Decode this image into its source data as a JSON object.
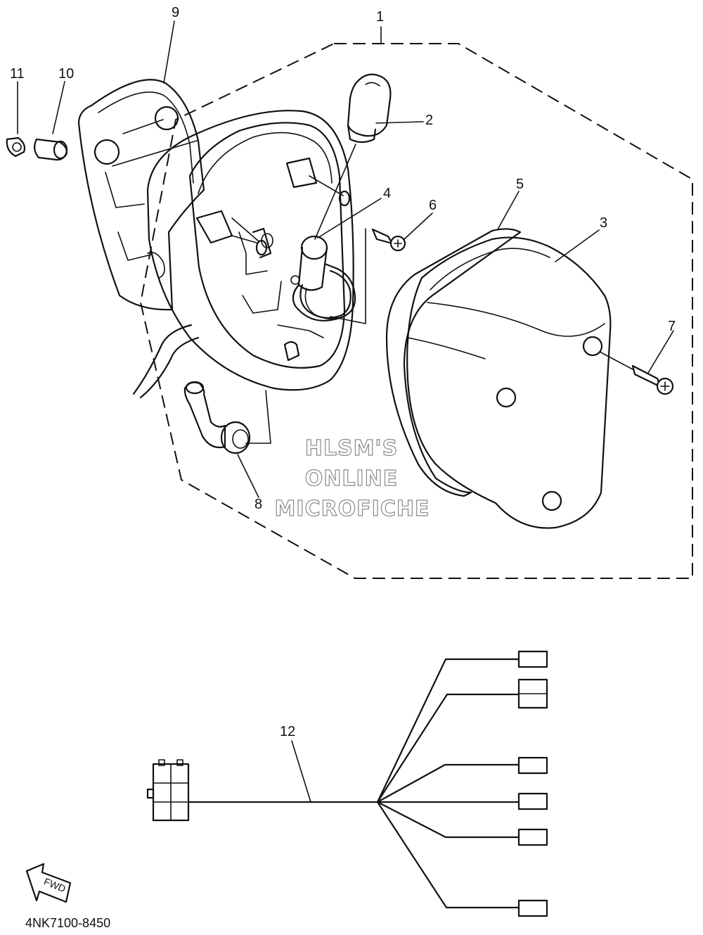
{
  "callouts": {
    "n1": "1",
    "n2": "2",
    "n3": "3",
    "n4": "4",
    "n5": "5",
    "n6": "6",
    "n7": "7",
    "n8": "8",
    "n9": "9",
    "n10": "10",
    "n11": "11",
    "n12": "12"
  },
  "watermark": {
    "line1": "HLSM'S",
    "line2": "ONLINE",
    "line3": "MICROFICHE"
  },
  "fwd_arrow_label": "FWD",
  "diagram_code": "4NK7100-8450"
}
